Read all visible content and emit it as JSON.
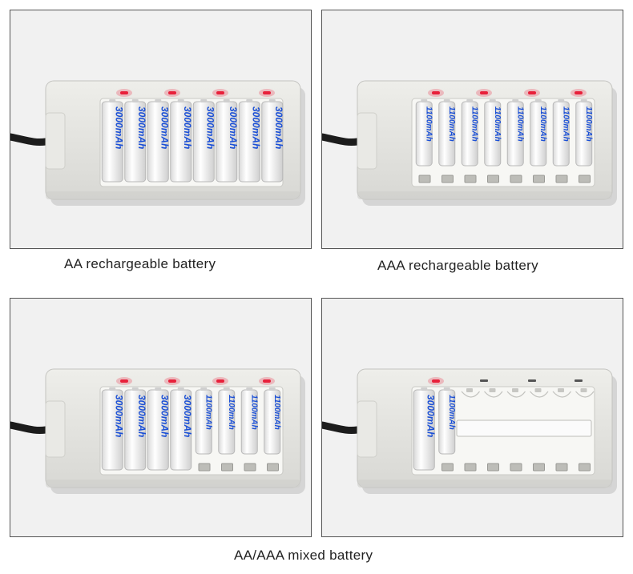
{
  "captions": {
    "aa": "AA rechargeable battery",
    "aaa": "AAA rechargeable battery",
    "mixed": "AA/AAA mixed battery"
  },
  "battery_labels": {
    "aa": "3000mAh",
    "aaa": "1100mAh"
  },
  "colors": {
    "led_on": "#e8203a",
    "battery_text": "#1a4fd6",
    "charger_body": "#e4e4e0"
  },
  "panels": [
    {
      "id": "aa",
      "slots": [
        "AA",
        "AA",
        "AA",
        "AA",
        "AA",
        "AA",
        "AA",
        "AA"
      ],
      "leds": [
        1,
        1,
        1,
        1
      ]
    },
    {
      "id": "aaa",
      "slots": [
        "AAA",
        "AAA",
        "AAA",
        "AAA",
        "AAA",
        "AAA",
        "AAA",
        "AAA"
      ],
      "leds": [
        1,
        1,
        1,
        1
      ]
    },
    {
      "id": "mixed",
      "slots": [
        "AA",
        "AA",
        "AA",
        "AA",
        "AAA",
        "AAA",
        "AAA",
        "AAA"
      ],
      "leds": [
        1,
        1,
        1,
        1
      ]
    },
    {
      "id": "partial",
      "slots": [
        "AA",
        "AAA",
        "",
        "",
        "",
        "",
        "",
        ""
      ],
      "leds": [
        1,
        0,
        0,
        0
      ]
    }
  ]
}
